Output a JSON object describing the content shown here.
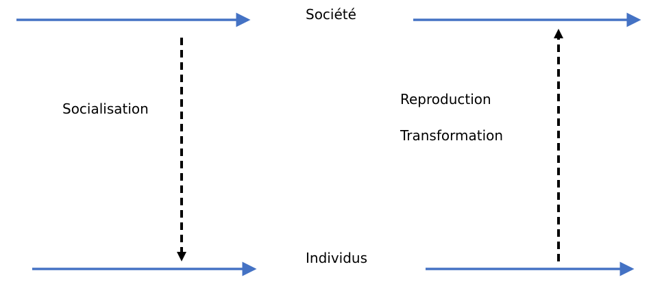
{
  "labels": {
    "societe": "Société",
    "individus": "Individus",
    "socialisation": "Socialisation",
    "reproduction": "Reproduction",
    "transformation": "Transformation"
  },
  "colors": {
    "timeline_arrow": "#4472C4",
    "process_arrow": "#000000",
    "text": "#000000"
  }
}
